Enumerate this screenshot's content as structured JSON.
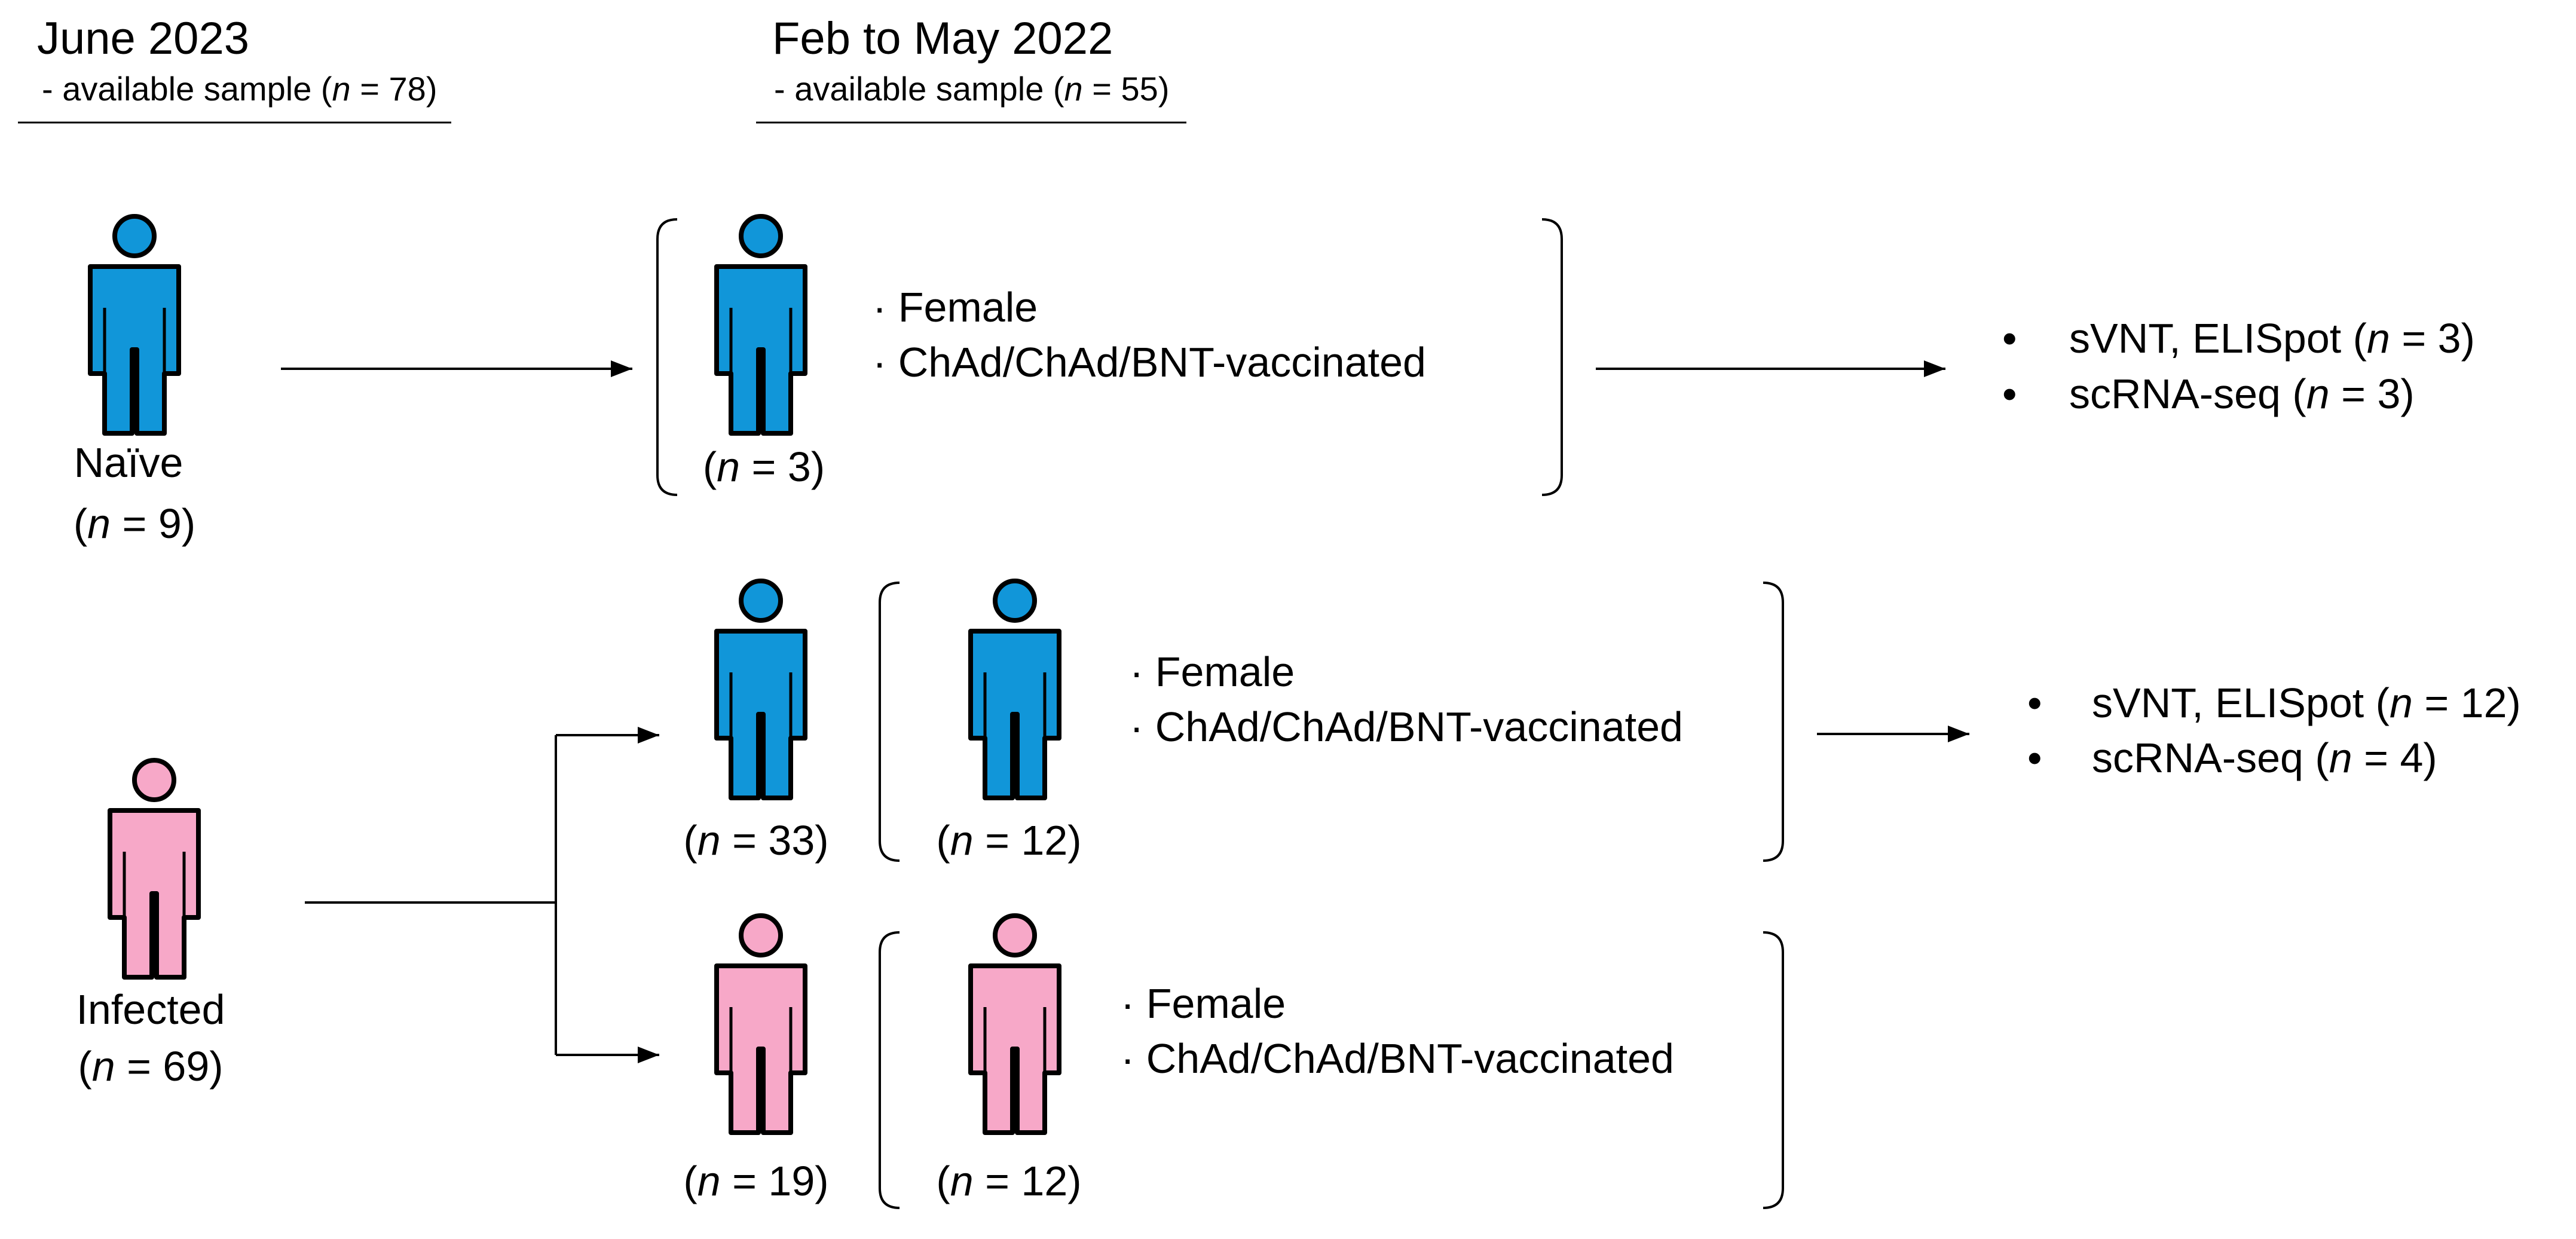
{
  "colors": {
    "naive_fill": "#1196d9",
    "infected_fill": "#f7a8c8",
    "outline": "#000000"
  },
  "header_left": {
    "title": "June 2023",
    "subtitle_prefix": "- available sample (",
    "subtitle_n": "n",
    "subtitle_suffix": " = 78)"
  },
  "header_right": {
    "title": "Feb to May 2022",
    "subtitle_prefix": "- available sample (",
    "subtitle_n": "n",
    "subtitle_suffix": " = 55)"
  },
  "groups": {
    "naive": {
      "label": "Naïve",
      "count_prefix": "(",
      "count_n": "n",
      "count_suffix": " = 9)"
    },
    "infected": {
      "label": "Infected",
      "count_prefix": "(",
      "count_n": "n",
      "count_suffix": " = 69)"
    }
  },
  "selection": {
    "naive_selected": {
      "count_prefix": "(",
      "count_n": "n",
      "count_suffix": " = 3)"
    },
    "infected_blue": {
      "count_prefix": "(",
      "count_n": "n",
      "count_suffix": " = 33)"
    },
    "infected_blue_selected": {
      "count_prefix": "(",
      "count_n": "n",
      "count_suffix": " = 12)"
    },
    "infected_pink": {
      "count_prefix": "(",
      "count_n": "n",
      "count_suffix": " = 19)"
    },
    "infected_pink_selected": {
      "count_prefix": "(",
      "count_n": "n",
      "count_suffix": " = 12)"
    }
  },
  "criteria": {
    "sex": "· Female",
    "vaccine": "· ChAd/ChAd/BNT-vaccinated"
  },
  "assays": {
    "naive": [
      {
        "bullet": "•",
        "label": "sVNT, ELISpot (",
        "n": "n",
        "suffix": " = 3)"
      },
      {
        "bullet": "•",
        "label": "scRNA-seq (",
        "n": "n",
        "suffix": " = 3)"
      }
    ],
    "infected": [
      {
        "bullet": "•",
        "label": "sVNT, ELISpot (",
        "n": "n",
        "suffix": " = 12)"
      },
      {
        "bullet": "•",
        "label": "scRNA-seq (",
        "n": "n",
        "suffix": " = 4)"
      }
    ]
  }
}
